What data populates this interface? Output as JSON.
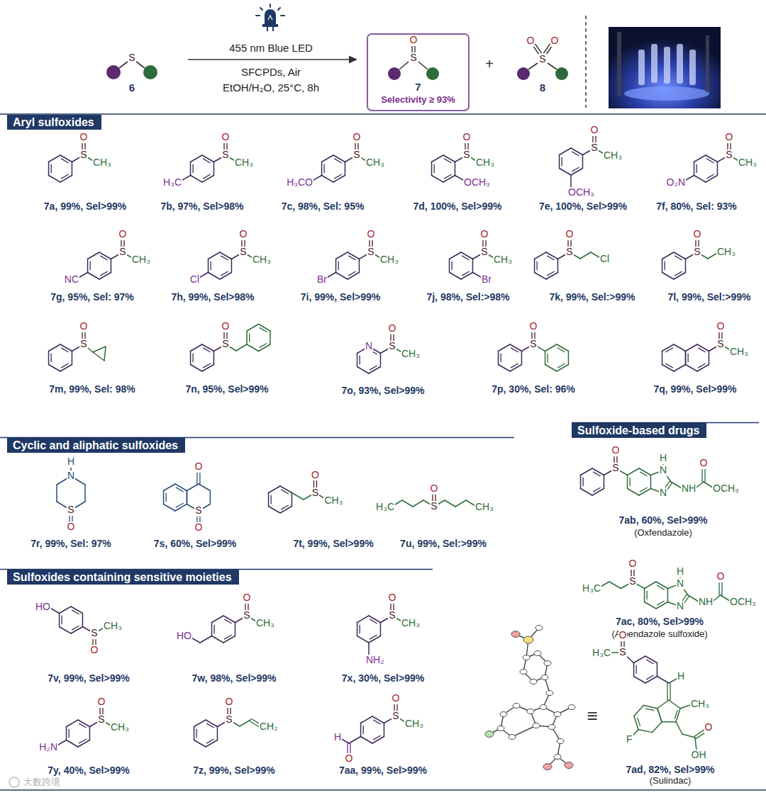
{
  "diagram": {
    "nodes": [
      {
        "text": [
          "7",
          "Selectivity ≥ 93%"
        ]
      },
      {
        "text": [
          "Aryl sulfoxides"
        ]
      },
      {
        "text": [
          "Sulfoxide-based drugs"
        ]
      },
      {
        "text": [
          "Cyclic and aliphatic sulfoxides"
        ]
      },
      {
        "text": [
          "Sulfoxides containing sensitive moieties"
        ]
      }
    ],
    "labels": [
      "S",
      "6",
      "455 nm Blue LED",
      "SFCPDs, Air",
      "EtOH/H₂O, 25°C, 8h",
      "O",
      "S",
      "+",
      "O",
      "O",
      "S",
      "8",
      "O",
      "S",
      "CH₃",
      "7a, 99%, Sel>99%",
      "O",
      "S",
      "CH₃",
      "H₃C",
      "7b, 97%, Sel>98%",
      "O",
      "S",
      "CH₃",
      "H₃CO",
      "7c, 98%, Sel: 95%",
      "O",
      "S",
      "CH₃",
      "OCH₃",
      "7d, 100%, Sel>99%",
      "O",
      "S",
      "CH₃",
      "OCH₃",
      "7e, 100%, Sel>99%",
      "O",
      "S",
      "CH₃",
      "O₂N",
      "7f, 80%, Sel: 93%",
      "O",
      "S",
      "CH₃",
      "NC",
      "7g, 95%, Sel: 97%",
      "O",
      "S",
      "CH₃",
      "Cl",
      "7h, 99%, Sel>98%",
      "O",
      "S",
      "CH₃",
      "Br",
      "7i, 99%, Sel>99%",
      "O",
      "S",
      "CH₃",
      "Br",
      "7j, 98%, Sel:>98%",
      "O",
      "S",
      "Cl",
      "7k, 99%, Sel:>99%",
      "O",
      "S",
      "CH₃",
      "7l, 99%, Sel:>99%",
      "O",
      "S",
      "7m, 99%, Sel: 98%",
      "O",
      "S",
      "7n, 95%, Sel>99%",
      "O",
      "S",
      "CH₃",
      "N",
      "7o, 93%, Sel>99%",
      "O",
      "S",
      "7p, 30%, Sel: 96%",
      "O",
      "S",
      "CH₃",
      "7q, 99%, Sel>99%",
      "H",
      "N",
      "S",
      "O",
      "7r, 99%, Sel: 97%",
      "O",
      "S",
      "O",
      "7s, 60%, Sel>99%",
      "O",
      "S",
      "CH₃",
      "7t, 99%, Sel>99%",
      "H₃C",
      "O",
      "S",
      "CH₃",
      "7u, 99%, Sel:>99%",
      "O",
      "S",
      "CH₃",
      "HO",
      "7v, 99%, Sel>99%",
      "O",
      "S",
      "CH₃",
      "HO",
      "7w, 98%, Sel>99%",
      "O",
      "S",
      "CH₃",
      "NH₂",
      "7x, 30%, Sel>99%",
      "O",
      "S",
      "CH₃",
      "H₂N",
      "7y, 40%, Sel>99%",
      "O",
      "S",
      "CH₂",
      "7z, 99%, Sel>99%",
      "O",
      "S",
      "CH₃",
      "H",
      "O",
      "7aa, 99%, Sel>99%",
      "O",
      "S",
      "H",
      "N",
      "N",
      "NH",
      "O",
      "OCH₃",
      "7ab, 60%, Sel>99%",
      "(Oxfendazole)",
      "H₃C",
      "O",
      "S",
      "H",
      "N",
      "N",
      "NH",
      "O",
      "OCH₃",
      "7ac, 80%, Sel>99%",
      "(Albendazole sulfoxide)",
      "≡",
      "H₃C",
      "O",
      "S",
      "H",
      "CH₃",
      "F",
      "O",
      "OH",
      "7ad, 82%, Sel>99%",
      "(Sulindac)",
      "大数跨境"
    ]
  }
}
